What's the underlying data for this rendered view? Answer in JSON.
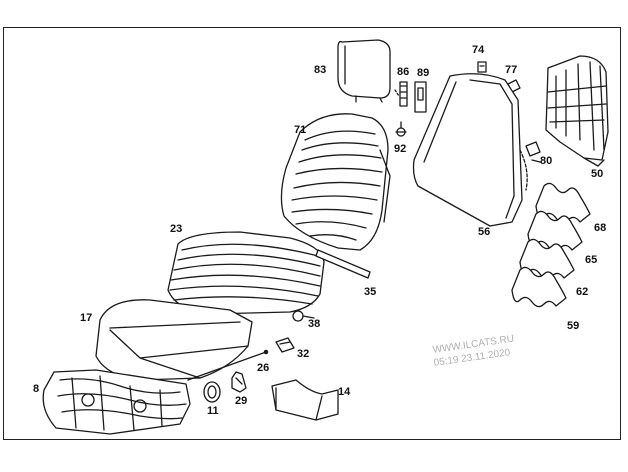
{
  "diagram": {
    "callouts": [
      "83",
      "86",
      "89",
      "74",
      "77",
      "71",
      "92",
      "50",
      "80",
      "56",
      "68",
      "65",
      "62",
      "59",
      "23",
      "35",
      "17",
      "38",
      "32",
      "26",
      "8",
      "11",
      "29",
      "14"
    ]
  },
  "watermark": {
    "line1": "WWW.ILCATS.RU",
    "line2": "05:19 23.11.2020"
  }
}
